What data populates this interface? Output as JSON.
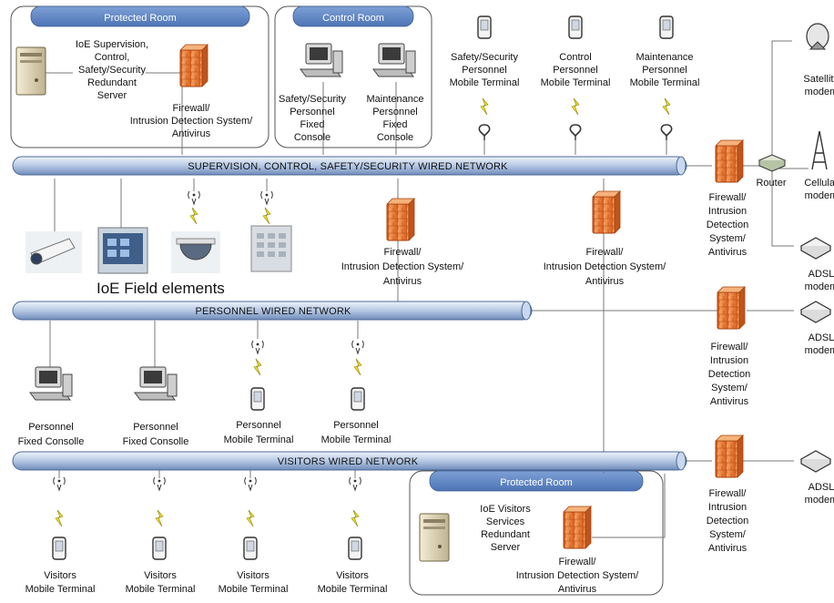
{
  "buses": {
    "supervision": "SUPERVISION, CONTROL, SAFETY/SECURITY WIRED NETWORK",
    "personnel": "PERSONNEL WIRED NETWORK",
    "visitors": "VISITORS WIRED NETWORK"
  },
  "rooms": {
    "protected_top": "Protected Room",
    "control": "Control Room",
    "protected_bottom": "Protected Room"
  },
  "server_top": [
    "IoE  Supervision,",
    "Control,",
    "Safety/Security",
    "Redundant",
    "Server"
  ],
  "server_bottom": [
    "IoE Visitors",
    "Services",
    "Redundant",
    "Server"
  ],
  "fw_top_room": [
    "Firewall/",
    "Intrusion  Detection System/",
    "Antivirus"
  ],
  "fw_bottom_room": [
    "Firewall/",
    "Intrusion  Detection System/",
    "Antivirus"
  ],
  "consoles_control": [
    [
      "Safety/Security",
      "Personnel",
      "Fixed",
      "Console"
    ],
    [
      "Maintenance",
      "Personnel",
      "Fixed",
      "Console"
    ]
  ],
  "mobiles_top": [
    [
      "Safety/Security",
      "Personnel",
      "Mobile Terminal"
    ],
    [
      "Control",
      "Personnel",
      "Mobile Terminal"
    ],
    [
      "Maintenance",
      "Personnel",
      "Mobile Terminal"
    ]
  ],
  "fw_mid1": [
    "Firewall/",
    "Intrusion  Detection System/",
    "Antivirus"
  ],
  "fw_mid2": [
    "Firewall/",
    "Intrusion  Detection  System/",
    "Antivirus"
  ],
  "field_elements": "IoE Field elements",
  "fw_right": [
    [
      "Firewall/",
      "Intrusion",
      "Detection",
      "System/",
      "Antivirus"
    ],
    [
      "Firewall/",
      "Intrusion",
      "Detection",
      "System/",
      "Antivirus"
    ],
    [
      "Firewall/",
      "Intrusion",
      "Detection",
      "System/",
      "Antivirus"
    ]
  ],
  "router": "Router",
  "modems": [
    [
      "Satellite",
      "modem"
    ],
    [
      "Cellular",
      "modem"
    ],
    [
      "ADSL",
      "modem"
    ],
    [
      "ADSL",
      "modem"
    ],
    [
      "ADSL",
      "modem"
    ]
  ],
  "personnel_devices": [
    [
      "Personnel",
      "Fixed  Consolle"
    ],
    [
      "Personnel",
      "Fixed Consolle"
    ],
    [
      "Personnel",
      "Mobile Terminal"
    ],
    [
      "Personnel",
      "Mobile Terminal"
    ]
  ],
  "visitor_devices": [
    [
      "Visitors",
      "Mobile Terminal"
    ],
    [
      "Visitors",
      "Mobile  Terminal"
    ],
    [
      "Visitors",
      "Mobile Terminal"
    ],
    [
      "Visitors",
      "Mobile  Terminal"
    ]
  ],
  "colors": {
    "bus_light": "#dbe6f4",
    "bus_dark": "#7d9ac4",
    "room_header": "#5f86c4",
    "firewall": "#e8742c",
    "brick": "#f39a55"
  }
}
